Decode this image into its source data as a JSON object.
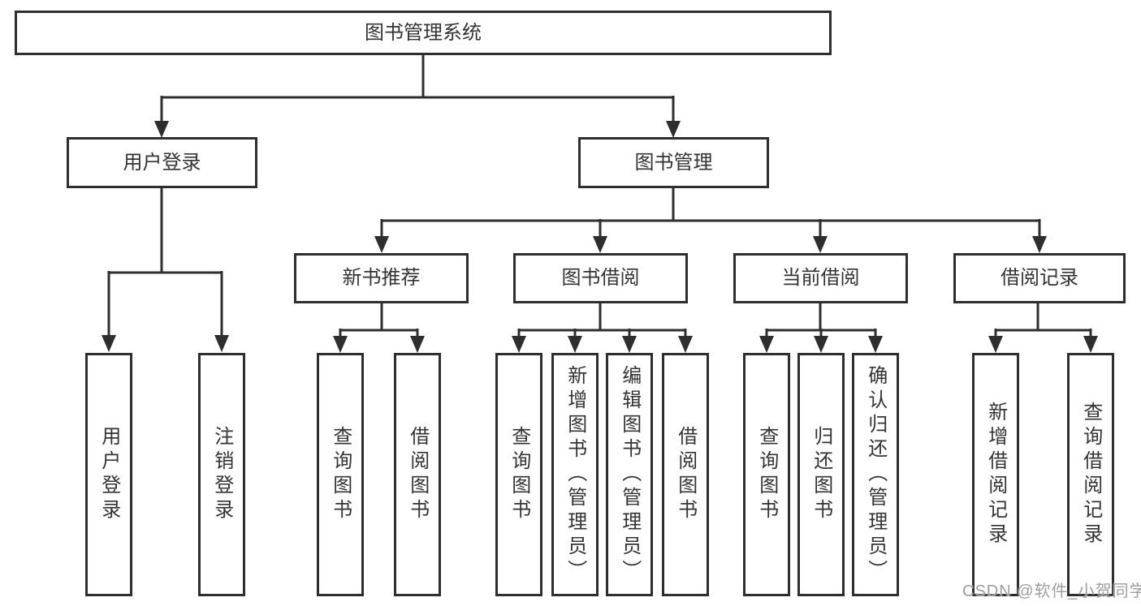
{
  "diagram_title": "图书管理系统",
  "nodes": {
    "root": {
      "label": "图书管理系统"
    },
    "user_login": {
      "label": "用户登录"
    },
    "book_mgmt": {
      "label": "图书管理"
    },
    "new_book_rec": {
      "label": "新书推荐"
    },
    "book_borrow": {
      "label": "图书借阅"
    },
    "current_borrow": {
      "label": "当前借阅"
    },
    "borrow_records": {
      "label": "借阅记录"
    },
    "leaf_user_login": {
      "label": "用户登录"
    },
    "leaf_logout": {
      "label": "注销登录"
    },
    "leaf_rec_query_books": {
      "label": "查询图书"
    },
    "leaf_rec_borrow_books": {
      "label": "借阅图书"
    },
    "leaf_bb_query_books": {
      "label": "查询图书"
    },
    "leaf_bb_add_books": {
      "label": "新增图书（管理员）"
    },
    "leaf_bb_edit_books": {
      "label": "编辑图书（管理员）"
    },
    "leaf_bb_borrow_books": {
      "label": "借阅图书"
    },
    "leaf_cb_query_books": {
      "label": "查询图书"
    },
    "leaf_cb_return_books": {
      "label": "归还图书"
    },
    "leaf_cb_confirm_return": {
      "label": "确认归还（管理员）"
    },
    "leaf_br_add_record": {
      "label": "新增借阅记录"
    },
    "leaf_br_query_record": {
      "label": "查询借阅记录"
    }
  },
  "hierarchy": [
    {
      "parent": "图书管理系统",
      "children": [
        "用户登录",
        "图书管理"
      ]
    },
    {
      "parent": "用户登录",
      "children": [
        "用户登录",
        "注销登录"
      ]
    },
    {
      "parent": "图书管理",
      "children": [
        "新书推荐",
        "图书借阅",
        "当前借阅",
        "借阅记录"
      ]
    },
    {
      "parent": "新书推荐",
      "children": [
        "查询图书",
        "借阅图书"
      ]
    },
    {
      "parent": "图书借阅",
      "children": [
        "查询图书",
        "新增图书（管理员）",
        "编辑图书（管理员）",
        "借阅图书"
      ]
    },
    {
      "parent": "当前借阅",
      "children": [
        "查询图书",
        "归还图书",
        "确认归还（管理员）"
      ]
    },
    {
      "parent": "借阅记录",
      "children": [
        "新增借阅记录",
        "查询借阅记录"
      ]
    }
  ],
  "watermark": "CSDN @软件_小贺同学",
  "colors": {
    "line": "#2e2e2e",
    "box_border": "#2e2e2e",
    "text": "#333333",
    "watermark": "#9e9e9e",
    "background": "#ffffff"
  }
}
